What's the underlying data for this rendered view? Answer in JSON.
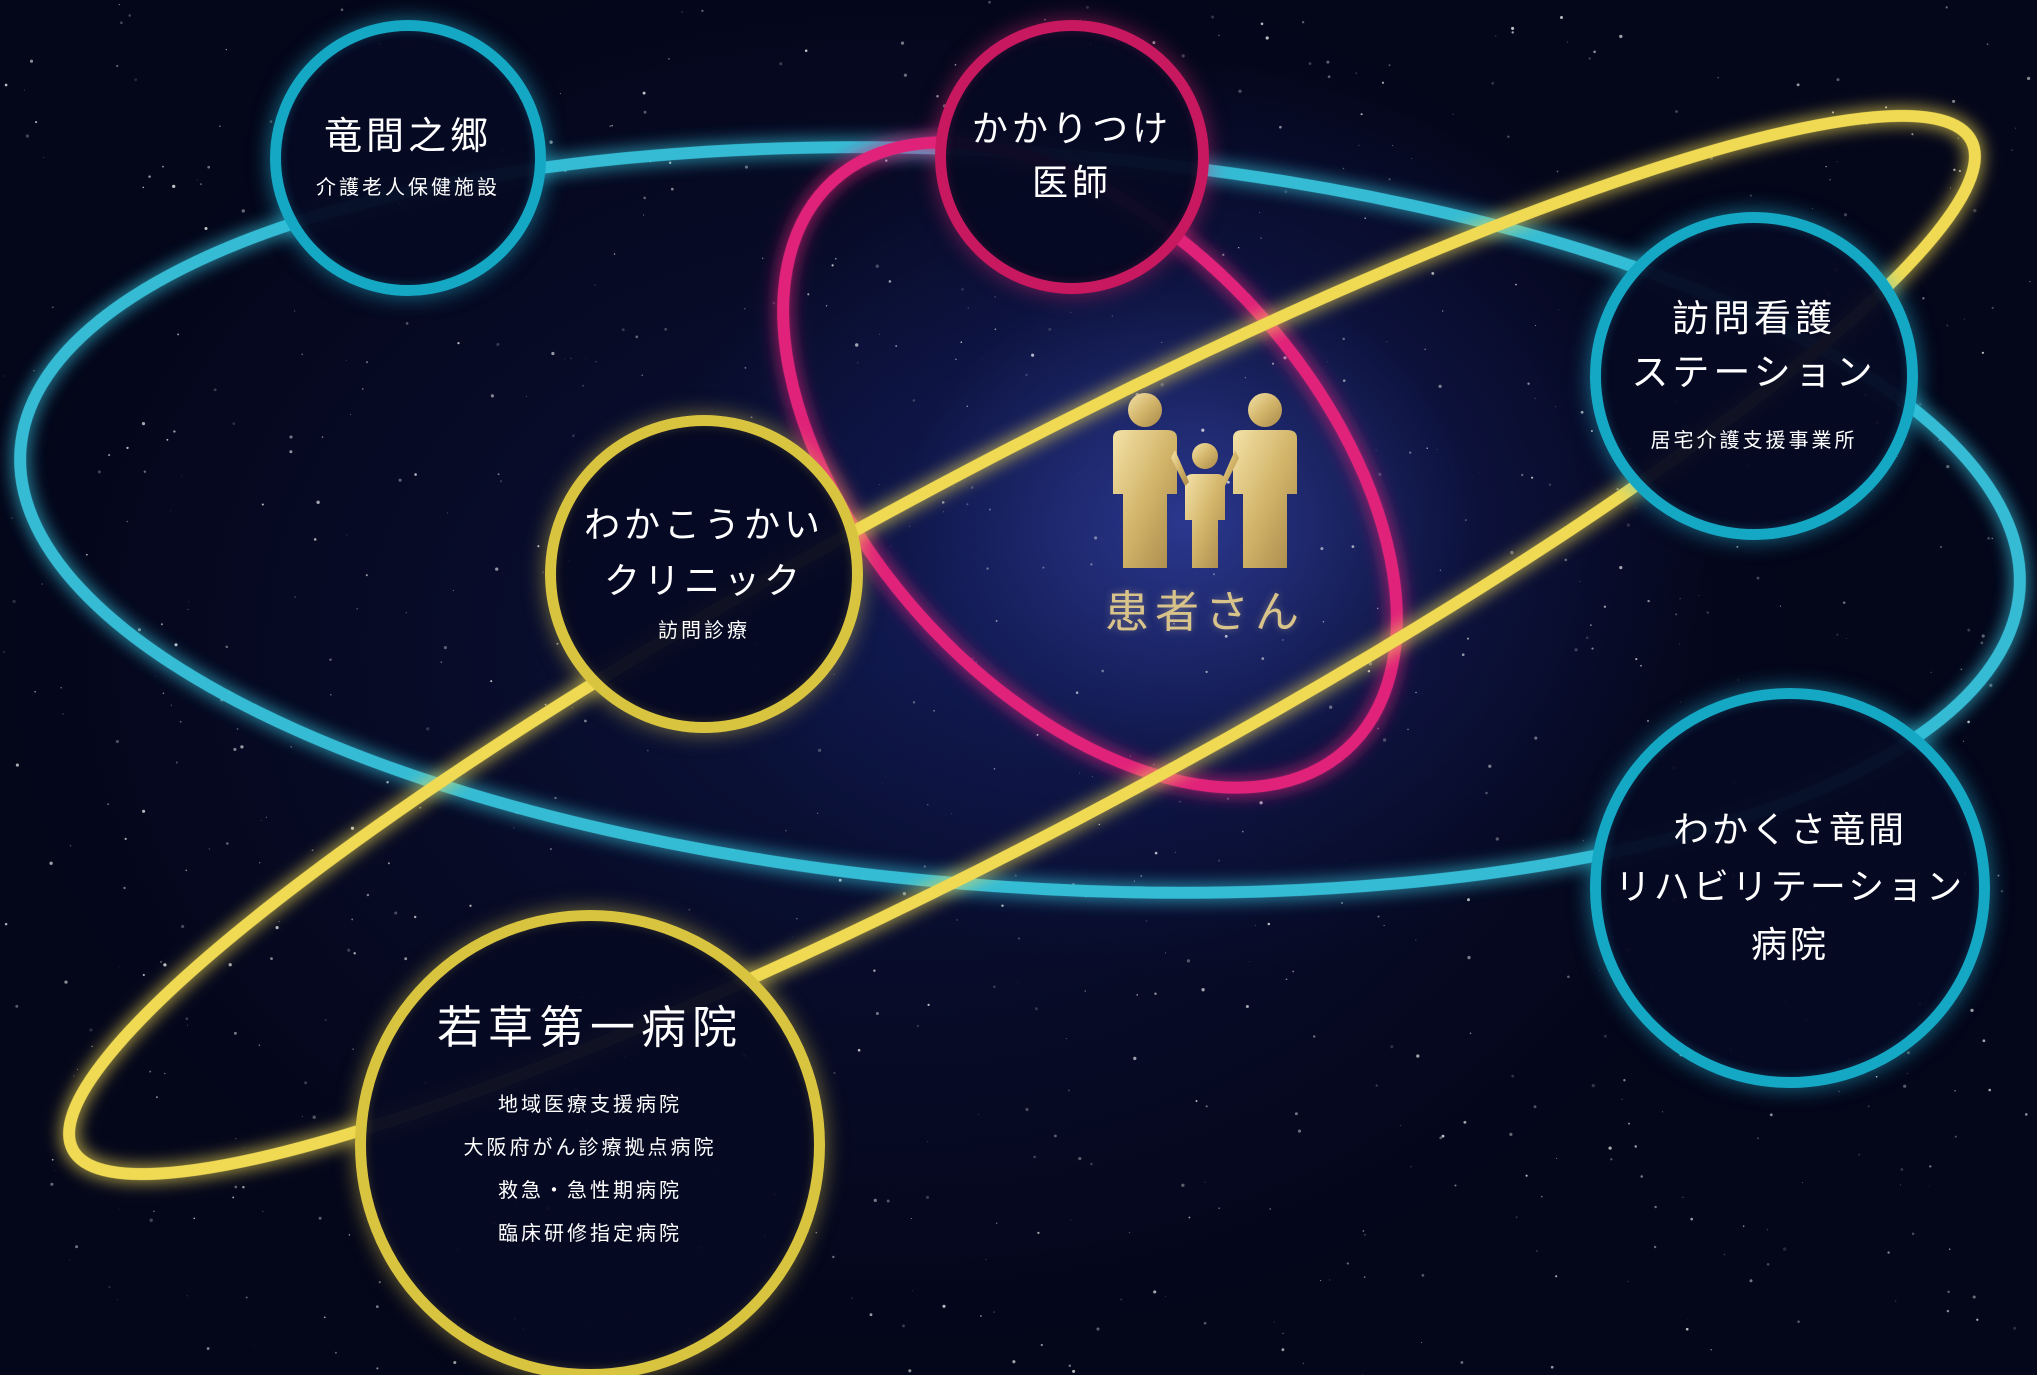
{
  "colors": {
    "teal_ring": "#15a8c4",
    "gold_ring": "#d9c43f",
    "pink_ring": "#c8185f",
    "background": "#050818",
    "patient_gold": "#d8c38a"
  },
  "center": {
    "icon": "family-icon",
    "label": "患者さん"
  },
  "nodes": {
    "ryumaguchi": {
      "title": "竜間之郷",
      "subtitle": "介護老人保健施設",
      "ring": "teal"
    },
    "doctor": {
      "title_line1": "かかりつけ",
      "title_line2": "医師",
      "ring": "pink"
    },
    "visit_nurse": {
      "title_line1": "訪問看護",
      "title_line2": "ステーション",
      "subtitle": "居宅介護支援事業所",
      "ring": "teal"
    },
    "clinic": {
      "title_line1": "わかこうかい",
      "title_line2": "クリニック",
      "subtitle": "訪問診療",
      "ring": "gold"
    },
    "rehab": {
      "title_line1": "わかくさ竜間",
      "title_line2": "リハビリテーション",
      "title_line3": "病院",
      "ring": "teal"
    },
    "wakakusa": {
      "title": "若草第一病院",
      "subtitle_lines": [
        "地域医療支援病院",
        "大阪府がん診療拠点病院",
        "救急・急性期病院",
        "臨床研修指定病院"
      ],
      "ring": "gold"
    }
  }
}
